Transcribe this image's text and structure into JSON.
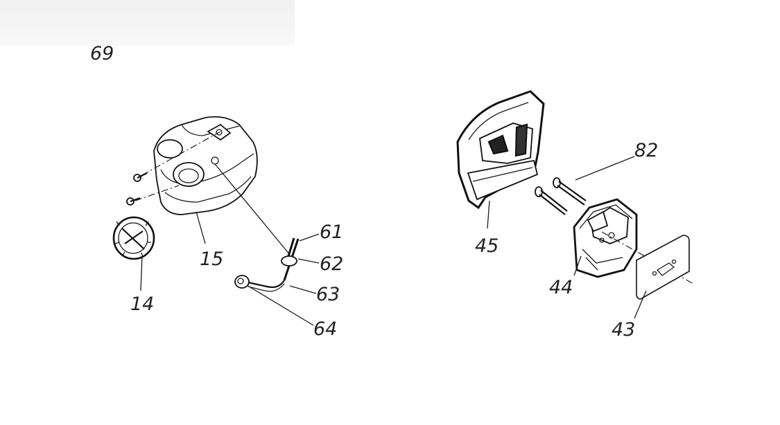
{
  "figure": {
    "page_number": "69"
  },
  "labels": {
    "p14": "14",
    "p15": "15",
    "p43": "43",
    "p44": "44",
    "p45": "45",
    "p61": "61",
    "p62": "62",
    "p63": "63",
    "p64": "64",
    "p82": "82"
  }
}
